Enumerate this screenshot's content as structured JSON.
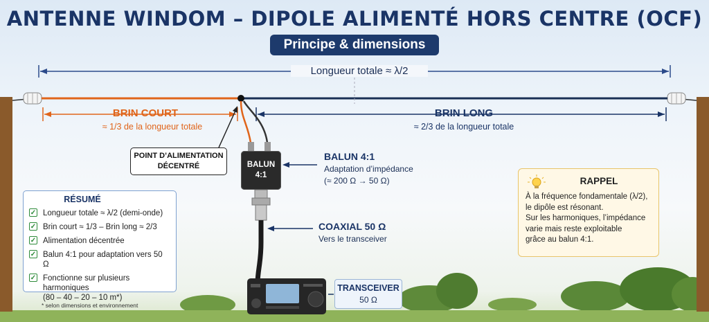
{
  "title": "ANTENNE WINDOM – DIPOLE ALIMENTÉ HORS CENTRE (OCF)",
  "subtitle": "Principe & dimensions",
  "total_length_label": "Longueur totale ≈ λ/2",
  "short_wire": {
    "title": "BRIN COURT",
    "subtitle": "≈ 1/3 de la longueur totale",
    "color": "#e0641a"
  },
  "long_wire": {
    "title": "BRIN LONG",
    "subtitle": "≈ 2/3 de la longueur totale",
    "color": "#1a3466"
  },
  "feed_point": {
    "line1": "POINT D’ALIMENTATION",
    "line2": "DÉCENTRÉ"
  },
  "balun": {
    "box_line1": "BALUN",
    "box_line2": "4:1",
    "title": "BALUN 4:1",
    "line1": "Adaptation d’impédance",
    "line2": "(≈ 200 Ω → 50 Ω)"
  },
  "coax": {
    "title": "COAXIAL 50 Ω",
    "subtitle": "Vers le transceiver"
  },
  "summary": {
    "title": "RÉSUMÉ",
    "items": [
      "Longueur totale ≈ λ/2 (demi-onde)",
      "Brin court ≈ 1/3 – Brin long ≈ 2/3",
      "Alimentation décentrée",
      "Balun 4:1 pour adaptation vers 50 Ω",
      "Fonctionne sur plusieurs harmoniques",
      "(80 – 40 – 20 – 10 m*)"
    ],
    "footnote": "* selon dimensions et environnement"
  },
  "rappel": {
    "title": "RAPPEL",
    "lines": [
      "À la fréquence fondamentale (λ/2),",
      "le dipôle est résonant.",
      "Sur les harmoniques, l’impédance",
      "varie mais reste exploitable",
      "grâce au balun 4:1."
    ]
  },
  "transceiver": {
    "title": "TRANSCEIVER",
    "subtitle": "50 Ω"
  },
  "colors": {
    "navy": "#1a3466",
    "orange": "#e0641a",
    "check_green": "#2e8b3a"
  },
  "icons": [
    "insulator-icon",
    "lightbulb-icon",
    "check-icon",
    "transceiver-icon",
    "tree-icon"
  ]
}
